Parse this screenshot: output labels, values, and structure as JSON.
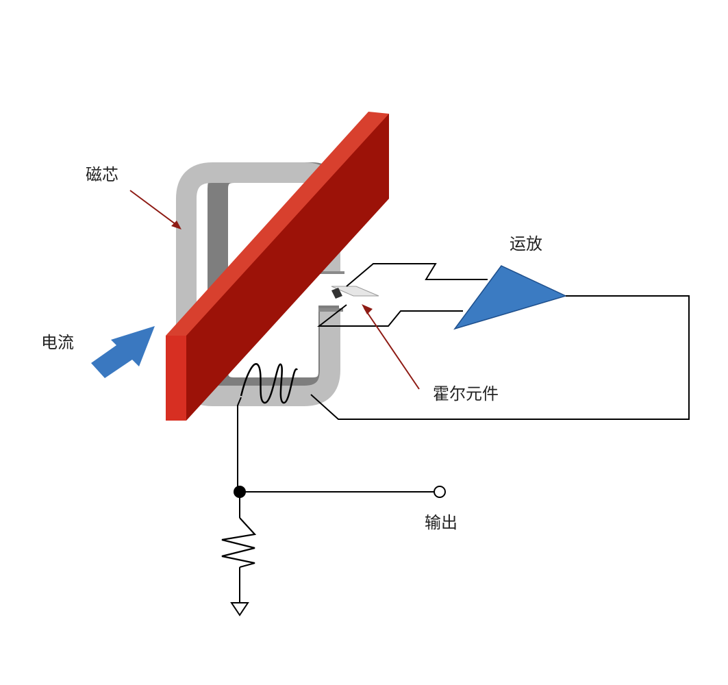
{
  "labels": {
    "core": "磁芯",
    "current": "电流",
    "opamp": "运放",
    "hall": "霍尔元件",
    "output": "输出"
  },
  "colors": {
    "busbar_front": "#E43A2C",
    "busbar_top": "#D8402E",
    "busbar_side": "#9C1208",
    "core_face": "#BEBEBE",
    "core_back": "#7E7E7E",
    "opamp": "#3B7BC2",
    "current_arrow": "#3A78C0",
    "pointer": "#8E1B14",
    "wire": "#000000"
  }
}
